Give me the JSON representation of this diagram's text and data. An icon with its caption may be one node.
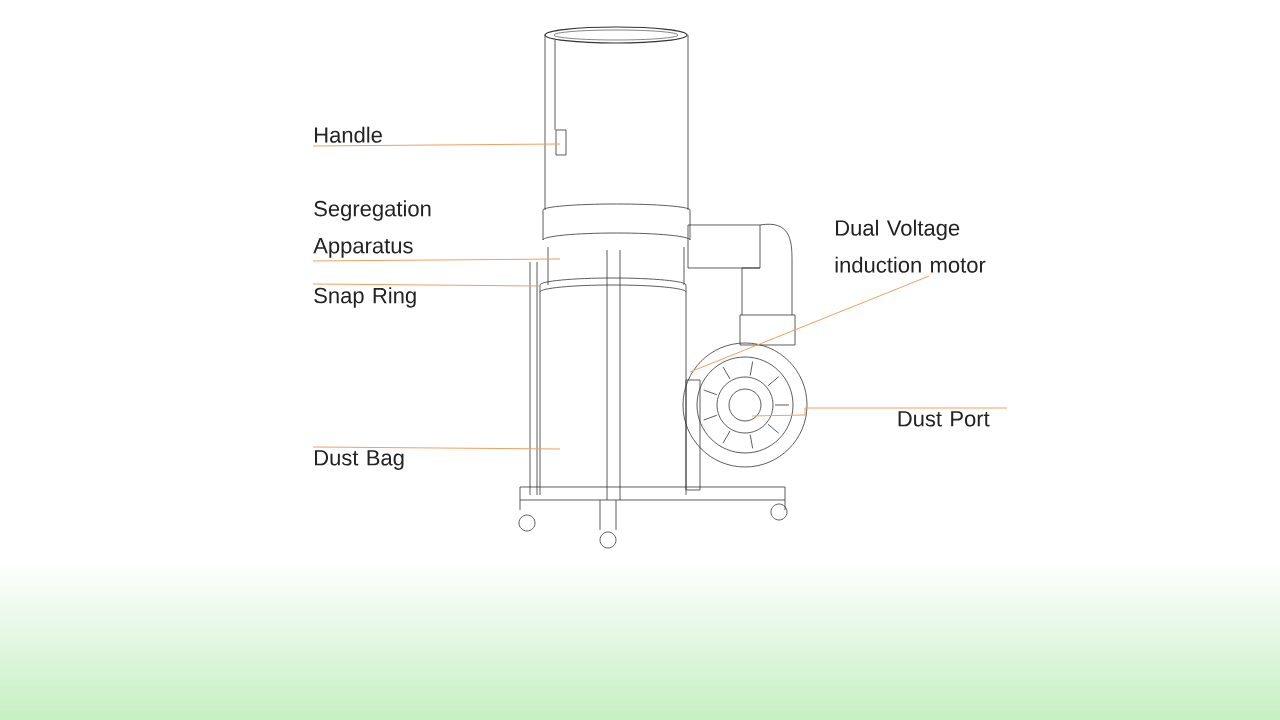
{
  "diagram": {
    "nodes": [
      {
        "text": [
          "Handle"
        ]
      },
      {
        "text": [
          "Segregation Apparatus"
        ]
      },
      {
        "text": [
          "Snap Ring"
        ]
      },
      {
        "text": [
          "Dual Voltage induction motor"
        ]
      },
      {
        "text": [
          "Dust Bag"
        ]
      },
      {
        "text": [
          "Dust Port"
        ]
      }
    ],
    "edges": [
      {
        "from": 0,
        "to": null,
        "arrow": "none"
      },
      {
        "from": 1,
        "to": null,
        "arrow": "none"
      },
      {
        "from": 2,
        "to": null,
        "arrow": "none"
      },
      {
        "from": 3,
        "to": null,
        "arrow": "none"
      },
      {
        "from": 4,
        "to": null,
        "arrow": "none"
      },
      {
        "from": 5,
        "to": null,
        "arrow": "none"
      }
    ]
  }
}
